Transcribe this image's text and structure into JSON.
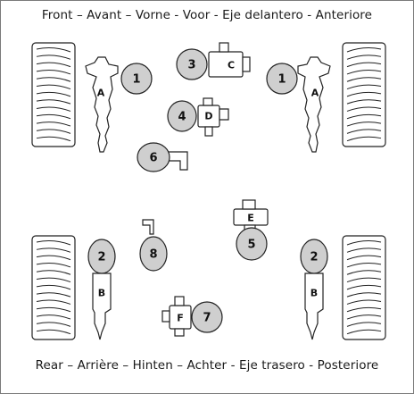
{
  "captions": {
    "front": "Front – Avant – Vorne - Voor - Eje delantero - Anteriore",
    "rear": "Rear – Arrière – Hinten – Achter - Eje trasero - Posteriore"
  },
  "labels": {
    "front_left_number": "1",
    "front_left_letter": "A",
    "front_right_number": "1",
    "front_right_letter": "A",
    "center_top_number": "3",
    "center_top_letter": "C",
    "center_mid_number": "4",
    "center_mid_letter": "D",
    "center_six": "6",
    "right_center_number": "5",
    "right_center_letter": "E",
    "rear_left_number": "2",
    "rear_left_letter": "B",
    "rear_right_number": "2",
    "rear_right_letter": "B",
    "center_eight": "8",
    "bottom_number": "7",
    "bottom_letter": "F"
  },
  "colors": {
    "balloon_fill": "#cfcfcf",
    "outline": "#222222"
  }
}
